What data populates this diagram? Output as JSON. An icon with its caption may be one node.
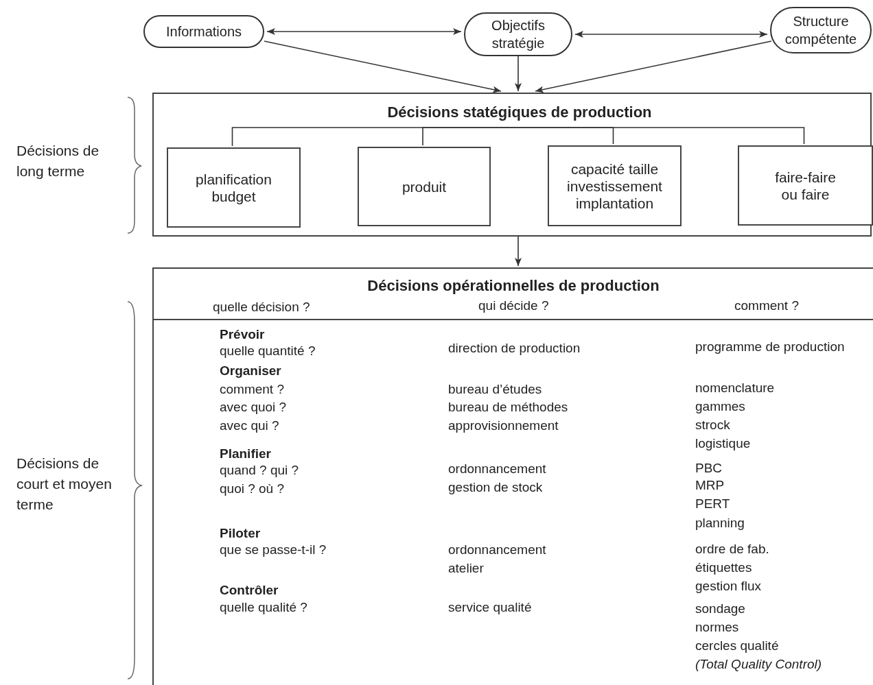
{
  "diagram": {
    "nodes": [
      {
        "text": [
          "Informations"
        ]
      },
      {
        "text": [
          "Objectifs stratégie"
        ]
      },
      {
        "text": [
          "Structure compétente"
        ]
      },
      {
        "text": [],
        "shape": "box"
      },
      {
        "text": [
          "Décisions statégiques de production"
        ],
        "in": 3
      },
      {
        "text": [
          "planification budget"
        ],
        "in": 3
      },
      {
        "text": [
          "produit"
        ],
        "in": 3
      },
      {
        "text": [
          "capacité taille investissement implantation"
        ],
        "in": 3
      },
      {
        "text": [
          "faire-faire ou faire"
        ],
        "in": 3
      },
      {
        "text": [
          "Décisions opérationnelles de production"
        ]
      }
    ],
    "edges": [
      {
        "from": 0,
        "to": 1,
        "arrow": "both"
      },
      {
        "from": 1,
        "to": 2,
        "arrow": "both"
      },
      {
        "from": 0,
        "to": 3,
        "arrow": "to"
      },
      {
        "from": 1,
        "to": 3,
        "arrow": "to"
      },
      {
        "from": 2,
        "to": 3,
        "arrow": "to"
      },
      {
        "from": 4,
        "to": 5,
        "arrow": "none"
      },
      {
        "from": 4,
        "to": 6,
        "arrow": "none"
      },
      {
        "from": 4,
        "to": 7,
        "arrow": "none"
      },
      {
        "from": 4,
        "to": 8,
        "arrow": "none"
      },
      {
        "from": 3,
        "to": 9,
        "arrow": "to"
      }
    ],
    "labels": [
      "Décisions de long terme",
      "Décisions de court et moyen terme",
      "quelle décision ?",
      "qui décide ?",
      "comment ?",
      "Prévoir",
      "quelle quantité ?",
      "direction de production",
      "programme de production",
      "Organiser",
      "comment ?",
      "bureau d’études",
      "nomenclature",
      "avec quoi ?",
      "bureau de méthodes",
      "gammes",
      "avec qui ?",
      "approvisionnement",
      "strock",
      "logistique",
      "Planifier",
      "quand ? qui ?",
      "ordonnancement",
      "PBC",
      "quoi ? où ?",
      "gestion de stock",
      "MRP",
      "PERT",
      "planning",
      "Piloter",
      "que se passe-t-il ?",
      "ordonnancement",
      "ordre de fab.",
      "atelier",
      "étiquettes",
      "Contrôler",
      "gestion flux",
      "quelle qualité ?",
      "service qualité",
      "sondage",
      "normes",
      "cercles qualité",
      "(Total Quality Control)"
    ]
  }
}
